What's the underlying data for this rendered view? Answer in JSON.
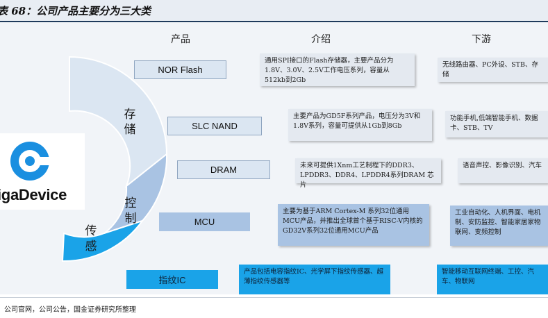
{
  "title": "表 68：公司产品主要分为三大类",
  "headers": {
    "product": "产品",
    "intro": "介绍",
    "downstream": "下游"
  },
  "categories": {
    "storage": "存储",
    "control": "控制",
    "sensing": "传感"
  },
  "logo": {
    "text": "igaDevice"
  },
  "rows": [
    {
      "product": "NOR Flash",
      "intro": "通用SPI接口的Flash存储器，主要产品分为1.8V、3.0V、2.5V工作电压系列，容量从512kb到2Gb",
      "downstream": "无线路由器、PC外设、STB、存储"
    },
    {
      "product": "SLC NAND",
      "intro": "主要产品为GD5F系列产品，电压分为3V和1.8V系列，容量可提供从1Gb到8Gb",
      "downstream": "功能手机,低端智能手机、数据卡、STB、TV"
    },
    {
      "product": "DRAM",
      "intro": "未来可提供1Xnm工艺制程下的DDR3、LPDDR3、DDR4、LPDDR4系列DRAM 芯片",
      "downstream": "语音声控、影像识别、汽车"
    },
    {
      "product": "MCU",
      "intro": "主要为基于ARM Cortex-M 系列32位通用MCU产品，并推出全球首个基于RISC-V内核的GD32V系列32位通用MCU产品",
      "downstream": "工业自动化、人机界面、电机制、安防监控、智能家居家物联网、变频控制"
    },
    {
      "product": "指纹IC",
      "intro": "产品包括电容指纹IC、光学屏下指纹传感器、超薄指纹传感器等",
      "downstream": "智能移动互联网终端、工控、汽车、物联网"
    }
  ],
  "source": "公司官网，公司公告，国金证券研究所整理",
  "colors": {
    "accent": "#1aa3e8",
    "light": "#dbe6f2",
    "mid": "#a9c3e3",
    "title_line": "#1f3b5c"
  }
}
